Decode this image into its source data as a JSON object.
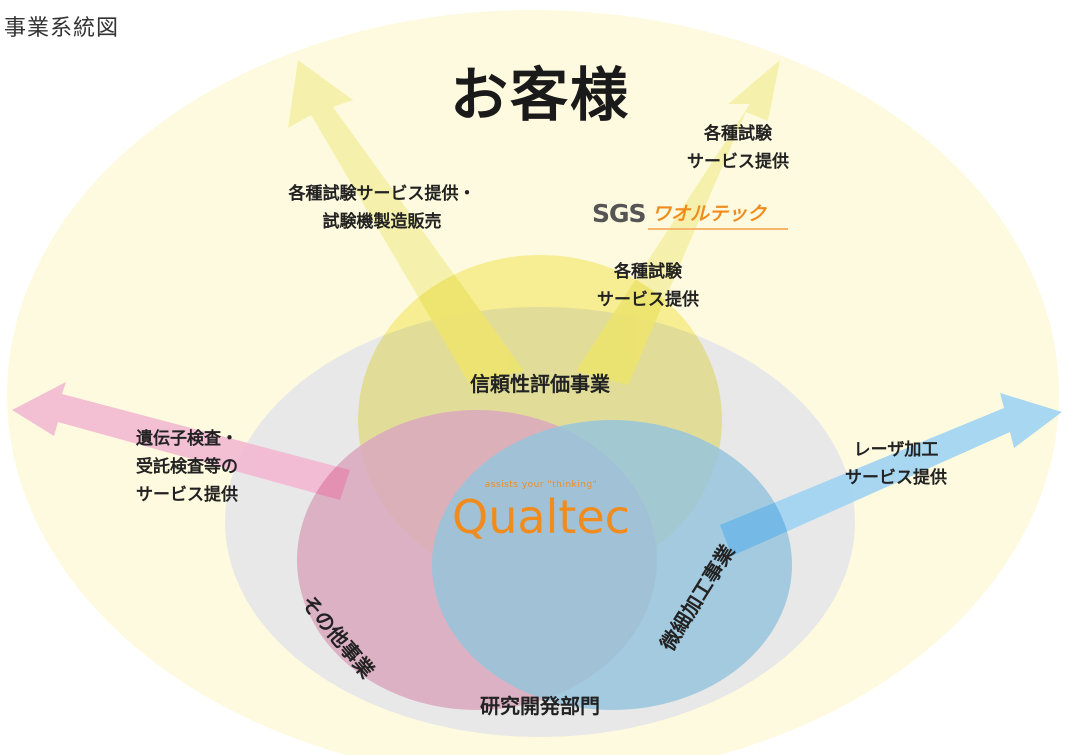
{
  "page_title": "事業系統図",
  "customers": "お客様",
  "arrow_labels": {
    "upper_left": [
      "各種試験サービス提供・",
      "試験機製造販売"
    ],
    "upper_right_outer": [
      "各種試験",
      "サービス提供"
    ],
    "upper_right_inner": [
      "各種試験",
      "サービス提供"
    ],
    "left": [
      "遺伝子検査・",
      "受託検査等の",
      "サービス提供"
    ],
    "right": [
      "レーザ加工",
      "サービス提供"
    ]
  },
  "partner_logo": {
    "main": "SGS",
    "sub": "ワオルテック"
  },
  "circles": {
    "reliability": "信頼性評価事業",
    "other": "その他事業",
    "micro": "微細加工事業",
    "rnd": "研究開発部門"
  },
  "center_logo": {
    "tagline": "assists your \"thinking\"",
    "name": "Qualtec"
  },
  "colors": {
    "outer_ellipse": "#fefadf",
    "rnd_ellipse": "#e8e8e8",
    "reliability_circle": "#f8f3a8",
    "other_circle": "#f0b8d0",
    "micro_circle": "#a6d8f2",
    "arrow_yellow": "#f4f0a6",
    "arrow_pink": "#f2b8d2",
    "arrow_blue": "#9fd3f3",
    "logo_orange": "#f08c1e"
  }
}
